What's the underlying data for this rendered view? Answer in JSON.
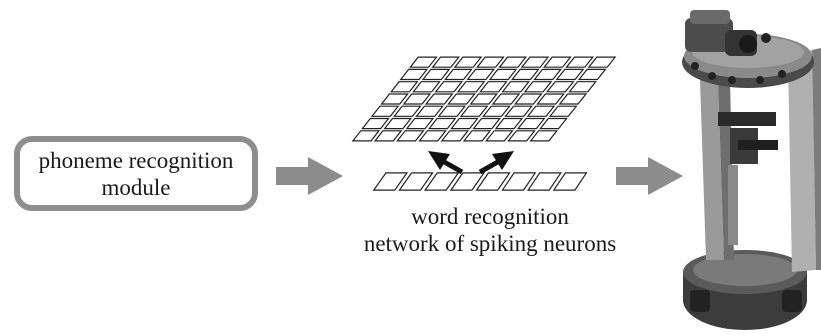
{
  "module_box": {
    "line1": "phoneme recognition",
    "line2": "module"
  },
  "network": {
    "line1": "word recognition",
    "line2": "network of spiking neurons",
    "grid_rows": 7,
    "grid_cols": 9,
    "input_cols": 8
  },
  "colors": {
    "arrow_gray": "#8c8c8c",
    "box_border": "#8e8e8e",
    "grid_stroke": "#222222",
    "robot_body": "#5f5f5f"
  }
}
